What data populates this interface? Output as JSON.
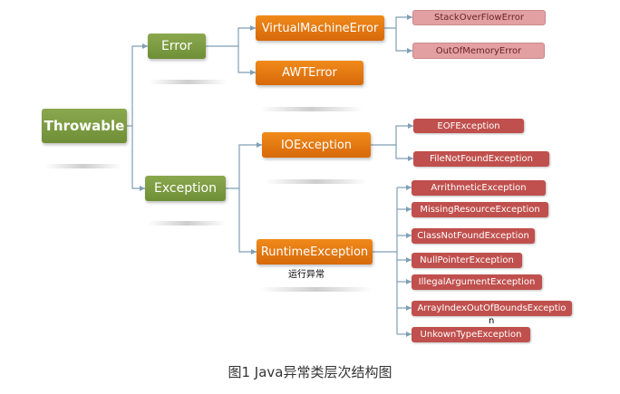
{
  "nodes": {
    "throwable": "Throwable",
    "error": "Error",
    "exception": "Exception",
    "virtual_machine_error": "VirtualMachineError",
    "awt_error": "AWTError",
    "io_exception": "IOException",
    "runtime_exception": "RuntimeException",
    "stack_overflow_error": "StackOverFlowError",
    "out_of_memory_error": "OutOfMemoryError",
    "eof_exception": "EOFException",
    "file_not_found_exception": "FileNotFoundException",
    "arithmetic_exception": "ArrithmeticException",
    "missing_resource_exception": "MissingResourceException",
    "class_not_found_exception": "ClassNotFoundException",
    "null_pointer_exception": "NullPointerException",
    "illegal_argument_exception": "IllegalArgumentException",
    "array_index_out_of_bounds_exception": "ArrayIndexOutOfBoundsExceptio",
    "array_index_overflow": "n",
    "unknown_type_exception": "UnkownTypeException"
  },
  "runtime_note": "运行异常",
  "caption": "图1 Java异常类层次结构图",
  "colors": {
    "root": "#779843",
    "orange": "#e4780f",
    "pink": "#e2a0a3",
    "red": "#c0504d",
    "connector": "#7f9fb5"
  }
}
